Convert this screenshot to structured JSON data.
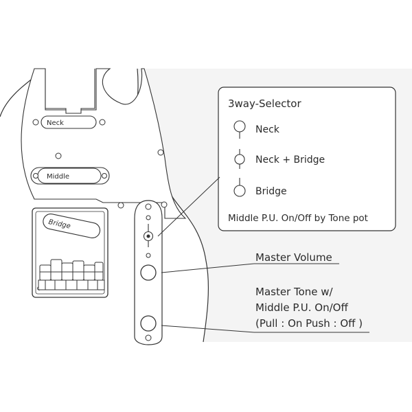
{
  "pickups": {
    "neck": "Neck",
    "middle": "Middle",
    "bridge": "Bridge"
  },
  "selector_box": {
    "title": "3way-Selector",
    "positions": [
      {
        "label": "Neck",
        "icon": "selector-neck-icon"
      },
      {
        "label": "Neck + Bridge",
        "icon": "selector-middle-icon"
      },
      {
        "label": "Bridge",
        "icon": "selector-bridge-icon"
      }
    ],
    "footer": "Middle P.U.  On/Off  by Tone pot"
  },
  "callouts": {
    "volume": "Master Volume",
    "tone_line1": "Master Tone w/",
    "tone_line2": "Middle P.U. On/Off",
    "tone_line3": "(Pull : On Push : Off )"
  },
  "colors": {
    "background_panel": "#f4f4f4",
    "stroke": "#333333",
    "text": "#2a2a2a"
  }
}
